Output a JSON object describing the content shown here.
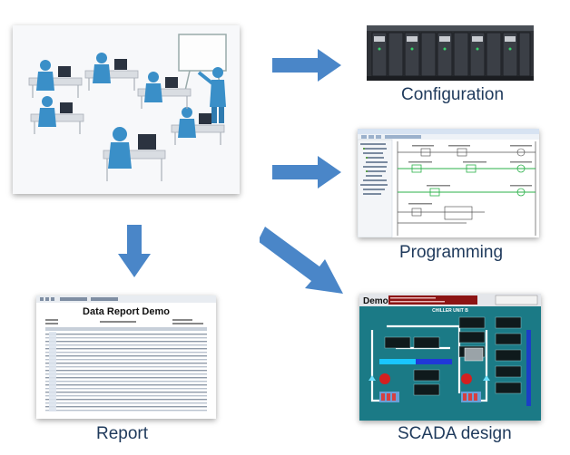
{
  "captions": {
    "configuration": "Configuration",
    "programming": "Programming",
    "report": "Report",
    "scada": "SCADA design"
  },
  "report_panel": {
    "title": "Data Report Demo"
  },
  "scada_panel": {
    "title": "Demo",
    "header": "CHILLER UNIT B"
  },
  "colors": {
    "arrow": "#4a86c8",
    "caption": "#1f3a5c",
    "scada_bg": "#1b7a86",
    "figure": "#3a8fc8"
  }
}
